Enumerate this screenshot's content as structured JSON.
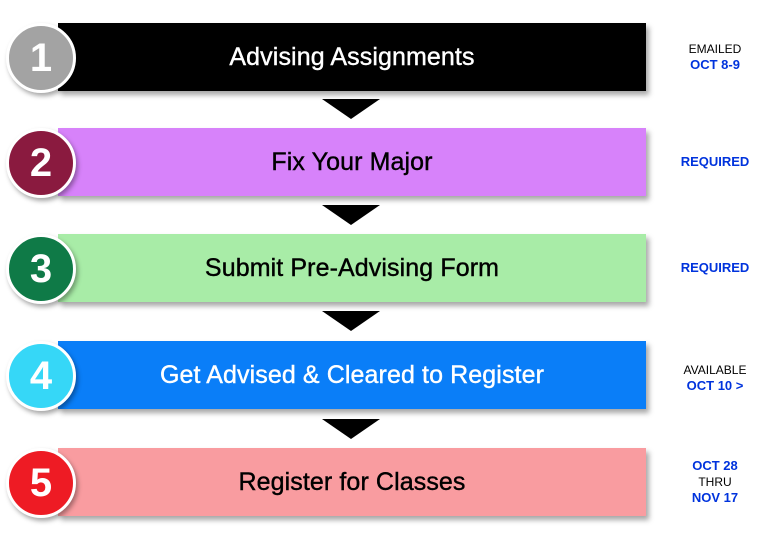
{
  "steps": [
    {
      "number": "1",
      "label": "Advising Assignments",
      "bar_color": "#000000",
      "text_color": "#ffffff",
      "circle_color": "#a3a3a3",
      "note": [
        {
          "text": "EMAILED",
          "style": "dark"
        },
        {
          "text": "OCT 8-9",
          "style": "blue"
        }
      ]
    },
    {
      "number": "2",
      "label": "Fix Your Major",
      "bar_color": "#d782fa",
      "text_color": "#000000",
      "circle_color": "#8a1a3f",
      "note": [
        {
          "text": "REQUIRED",
          "style": "blue"
        }
      ]
    },
    {
      "number": "3",
      "label": "Submit Pre-Advising Form",
      "bar_color": "#a8eca7",
      "text_color": "#000000",
      "circle_color": "#0f7a47",
      "note": [
        {
          "text": "REQUIRED",
          "style": "blue"
        }
      ]
    },
    {
      "number": "4",
      "label": "Get Advised & Cleared to Register",
      "bar_color": "#0a7ef8",
      "text_color": "#ffffff",
      "circle_color": "#36d7f7",
      "note": [
        {
          "text": "AVAILABLE",
          "style": "dark"
        },
        {
          "text": "OCT 10 >",
          "style": "blue"
        }
      ]
    },
    {
      "number": "5",
      "label": "Register for Classes",
      "bar_color": "#f99ca0",
      "text_color": "#000000",
      "circle_color": "#ee1b24",
      "note": [
        {
          "text": "OCT 28",
          "style": "blue"
        },
        {
          "text": "THRU",
          "style": "dark"
        },
        {
          "text": "NOV 17",
          "style": "blue"
        }
      ]
    }
  ]
}
